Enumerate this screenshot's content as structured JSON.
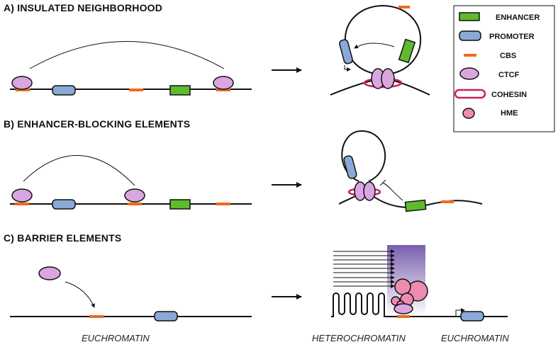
{
  "panels": {
    "a": {
      "title": "A) INSULATED NEIGHBORHOOD"
    },
    "b": {
      "title": "B) ENHANCER-BLOCKING ELEMENTS"
    },
    "c": {
      "title": "C) BARRIER ELEMENTS"
    }
  },
  "legend": {
    "items": [
      {
        "label": "ENHANCER",
        "icon": "enhancer-swatch"
      },
      {
        "label": "PROMOTER",
        "icon": "promoter-swatch"
      },
      {
        "label": "CBS",
        "icon": "cbs-swatch"
      },
      {
        "label": "CTCF",
        "icon": "ctcf-swatch"
      },
      {
        "label": "COHESIN",
        "icon": "cohesin-swatch"
      },
      {
        "label": "HME",
        "icon": "hme-swatch"
      }
    ]
  },
  "labels": {
    "euchromatin_left": "EUCHROMATIN",
    "heterochromatin": "HETEROCHROMATIN",
    "euchromatin_right": "EUCHROMATIN"
  },
  "colors": {
    "enhancer": "#5fba2c",
    "promoter": "#8aa9d6",
    "cbs": "#ee6a1e",
    "ctcf": "#d9a6df",
    "cohesin": "#cc1f5d",
    "hme": "#ee8cb0",
    "heterochromatin_gradient_top": "#7a5fb0"
  }
}
